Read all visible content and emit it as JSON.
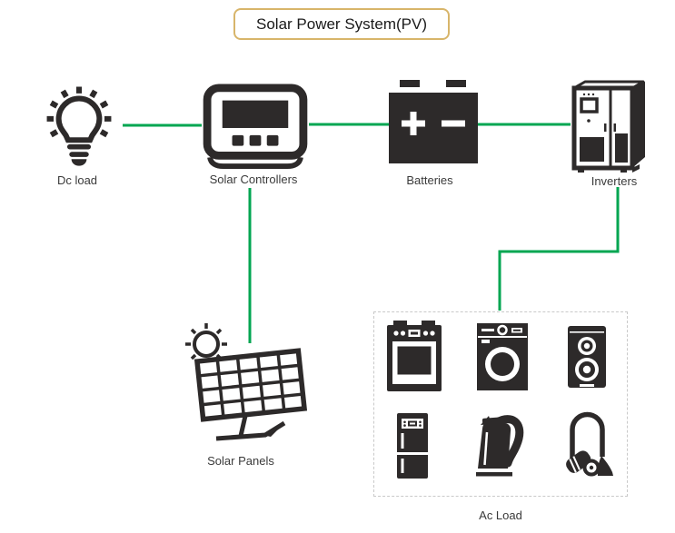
{
  "title": "Solar Power System(PV)",
  "colors": {
    "accent_green": "#00a651",
    "title_border": "#d8b56a",
    "icon_dark": "#2d2a2a",
    "text": "#3a3a3a",
    "dashed_border": "#c9c9c9",
    "background": "#ffffff"
  },
  "nodes": {
    "dc_load": {
      "label": "Dc load",
      "icon": "light-bulb-icon"
    },
    "solar_controllers": {
      "label": "Solar Controllers",
      "icon": "controller-icon"
    },
    "batteries": {
      "label": "Batteries",
      "icon": "battery-icon"
    },
    "inverters": {
      "label": "Inverters",
      "icon": "inverter-cabinet-icon"
    },
    "solar_panels": {
      "label": "Solar Panels",
      "icon": "solar-panel-icon"
    },
    "ac_load": {
      "label": "Ac Load",
      "appliances": [
        "oven",
        "washing-machine",
        "speaker",
        "refrigerator",
        "electric-kettle",
        "vacuum-cleaner"
      ]
    }
  },
  "connections": [
    {
      "from": "dc_load",
      "to": "solar_controllers"
    },
    {
      "from": "solar_controllers",
      "to": "batteries"
    },
    {
      "from": "batteries",
      "to": "inverters"
    },
    {
      "from": "solar_panels",
      "to": "solar_controllers"
    },
    {
      "from": "inverters",
      "to": "ac_load"
    }
  ]
}
